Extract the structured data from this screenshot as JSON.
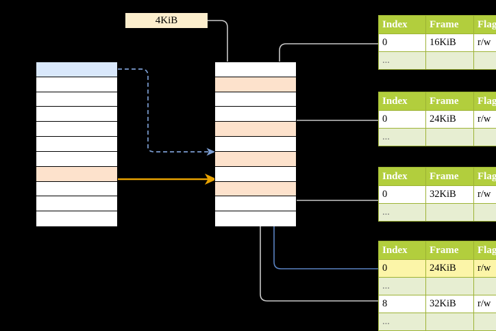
{
  "diagram": {
    "title_label": "4KiB",
    "colors": {
      "header_green": "#b2ce3d",
      "alt_row": "#e7eed2",
      "highlight_yellow": "#fcf5a8",
      "peach": "#fde2cc",
      "blue_row": "#d9e8fb",
      "orange_arrow": "#e8a200",
      "blue_arrow": "#5b84c4",
      "gray_arrow": "#c9c9c9"
    },
    "virtual_column": {
      "name": "virtual-address-space",
      "row_count": 11,
      "rows": [
        {
          "fill": "blue"
        },
        {
          "fill": "white"
        },
        {
          "fill": "white"
        },
        {
          "fill": "white"
        },
        {
          "fill": "white"
        },
        {
          "fill": "white"
        },
        {
          "fill": "white"
        },
        {
          "fill": "peach"
        },
        {
          "fill": "white"
        },
        {
          "fill": "white"
        },
        {
          "fill": "white"
        }
      ]
    },
    "physical_column": {
      "name": "physical-memory",
      "row_count": 11,
      "rows": [
        {
          "fill": "white"
        },
        {
          "fill": "peach"
        },
        {
          "fill": "white"
        },
        {
          "fill": "white"
        },
        {
          "fill": "peach"
        },
        {
          "fill": "white"
        },
        {
          "fill": "peach"
        },
        {
          "fill": "white"
        },
        {
          "fill": "peach"
        },
        {
          "fill": "white"
        },
        {
          "fill": "white"
        }
      ]
    },
    "tables": [
      {
        "name": "page-table-1",
        "headers": [
          "Index",
          "Frame",
          "Flags"
        ],
        "rows": [
          {
            "cells": [
              "0",
              "16KiB",
              "r/w"
            ],
            "style": "plain"
          },
          {
            "cells": [
              "...",
              "",
              ""
            ],
            "style": "alt"
          }
        ]
      },
      {
        "name": "page-table-2",
        "headers": [
          "Index",
          "Frame",
          "Flags"
        ],
        "rows": [
          {
            "cells": [
              "0",
              "24KiB",
              "r/w"
            ],
            "style": "plain"
          },
          {
            "cells": [
              "...",
              "",
              ""
            ],
            "style": "alt"
          }
        ]
      },
      {
        "name": "page-table-3",
        "headers": [
          "Index",
          "Frame",
          "Flags"
        ],
        "rows": [
          {
            "cells": [
              "0",
              "32KiB",
              "r/w"
            ],
            "style": "plain"
          },
          {
            "cells": [
              "...",
              "",
              ""
            ],
            "style": "alt"
          }
        ]
      },
      {
        "name": "page-table-4",
        "headers": [
          "Index",
          "Frame",
          "Flags"
        ],
        "rows": [
          {
            "cells": [
              "0",
              "24KiB",
              "r/w"
            ],
            "style": "highlight"
          },
          {
            "cells": [
              "...",
              "",
              ""
            ],
            "style": "alt"
          },
          {
            "cells": [
              "8",
              "32KiB",
              "r/w"
            ],
            "style": "plain"
          },
          {
            "cells": [
              "...",
              "",
              ""
            ],
            "style": "alt"
          }
        ]
      }
    ]
  }
}
